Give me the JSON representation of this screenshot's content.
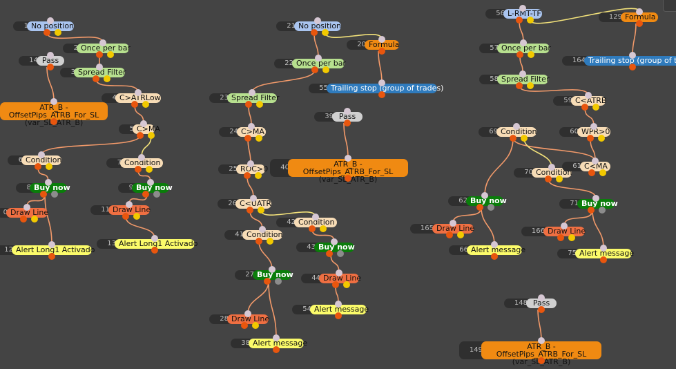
{
  "nodes": [
    {
      "id": "n1",
      "num": "1",
      "label": "No position",
      "type": "blue"
    },
    {
      "id": "n2",
      "num": "2",
      "label": "Once per bar",
      "type": "lgreen"
    },
    {
      "id": "n14",
      "num": "14",
      "label": "Pass",
      "type": "gray"
    },
    {
      "id": "n3",
      "num": "3",
      "label": "Spread Filter",
      "type": "lgreen"
    },
    {
      "id": "n4",
      "num": "4",
      "label": "C>ATRLow",
      "type": "peach"
    },
    {
      "id": "nL1",
      "num": "",
      "label": "ATR_B - OffsetPips_ATRB_For_SL\n(var_SL_ATR_B)",
      "type": "orange"
    },
    {
      "id": "n5",
      "num": "5",
      "label": "C>MA",
      "type": "peach"
    },
    {
      "id": "n6",
      "num": "6",
      "label": "Condition",
      "type": "peach"
    },
    {
      "id": "n7",
      "num": "7",
      "label": "Condition",
      "type": "peach"
    },
    {
      "id": "n8",
      "num": "8",
      "label": "Buy now",
      "type": "green"
    },
    {
      "id": "n9",
      "num": "9",
      "label": "Buy now",
      "type": "green"
    },
    {
      "id": "n10",
      "num": "0",
      "label": "Draw Line",
      "type": "red"
    },
    {
      "id": "n11",
      "num": "11",
      "label": "Draw Line",
      "type": "red"
    },
    {
      "id": "n12",
      "num": "12",
      "label": "Alert Long1 Activado",
      "type": "yellow"
    },
    {
      "id": "n13",
      "num": "13",
      "label": "Alert Long1 Activado",
      "type": "yellow"
    },
    {
      "id": "n21",
      "num": "21",
      "label": "No position",
      "type": "blue"
    },
    {
      "id": "n20",
      "num": "20",
      "label": "Formula",
      "type": "orange"
    },
    {
      "id": "n22",
      "num": "22",
      "label": "Once per bar",
      "type": "lgreen"
    },
    {
      "id": "n55",
      "num": "55",
      "label": "Trailing stop (group of trades)",
      "type": "steel"
    },
    {
      "id": "n23",
      "num": "23",
      "label": "Spread Filter",
      "type": "lgreen"
    },
    {
      "id": "n39",
      "num": "39",
      "label": "Pass",
      "type": "gray"
    },
    {
      "id": "n24",
      "num": "24",
      "label": "C>MA",
      "type": "peach"
    },
    {
      "id": "n40",
      "num": "40",
      "label": "ATR_B - OffsetPips_ATRB_For_SL\n(var_SL_ATR_B)",
      "type": "orange"
    },
    {
      "id": "n25",
      "num": "25",
      "label": "ROC>0",
      "type": "peach"
    },
    {
      "id": "n26",
      "num": "26",
      "label": "C<UATR",
      "type": "peach"
    },
    {
      "id": "n42",
      "num": "42",
      "label": "Condition",
      "type": "peach"
    },
    {
      "id": "n41",
      "num": "41",
      "label": "Condition",
      "type": "peach"
    },
    {
      "id": "n43",
      "num": "43",
      "label": "Buy now",
      "type": "green"
    },
    {
      "id": "n27",
      "num": "27",
      "label": "Buy now",
      "type": "green"
    },
    {
      "id": "n44",
      "num": "44",
      "label": "Draw Line",
      "type": "red"
    },
    {
      "id": "n54",
      "num": "54",
      "label": "Alert message",
      "type": "yellow"
    },
    {
      "id": "n28",
      "num": "28",
      "label": "Draw Line",
      "type": "red"
    },
    {
      "id": "n38",
      "num": "38",
      "label": "Alert message",
      "type": "yellow"
    },
    {
      "id": "n56",
      "num": "56",
      "label": "L-RMT-TF",
      "type": "blue"
    },
    {
      "id": "n129",
      "num": "129",
      "label": "Formula",
      "type": "orange"
    },
    {
      "id": "n57",
      "num": "57",
      "label": "Once per bar",
      "type": "lgreen"
    },
    {
      "id": "n164",
      "num": "164",
      "label": "Trailing stop (group of tra",
      "type": "steel"
    },
    {
      "id": "n58",
      "num": "58",
      "label": "Spread Filter",
      "type": "lgreen"
    },
    {
      "id": "n59",
      "num": "59",
      "label": "C<ATRB",
      "type": "peach"
    },
    {
      "id": "n69",
      "num": "69",
      "label": "Condition",
      "type": "peach"
    },
    {
      "id": "n60",
      "num": "60",
      "label": "WPR>0",
      "type": "peach"
    },
    {
      "id": "n70",
      "num": "70",
      "label": "Condition",
      "type": "peach"
    },
    {
      "id": "n61",
      "num": "61",
      "label": "C<MA",
      "type": "peach"
    },
    {
      "id": "n62",
      "num": "62",
      "label": "Buy now",
      "type": "green"
    },
    {
      "id": "n71",
      "num": "71",
      "label": "Buy now",
      "type": "green"
    },
    {
      "id": "n165",
      "num": "165",
      "label": "Draw Line",
      "type": "red"
    },
    {
      "id": "n166",
      "num": "166",
      "label": "Draw Line",
      "type": "red"
    },
    {
      "id": "n66",
      "num": "66",
      "label": "Alert message",
      "type": "yellow"
    },
    {
      "id": "n75",
      "num": "75",
      "label": "Alert message",
      "type": "yellow"
    },
    {
      "id": "n148",
      "num": "148",
      "label": "Pass",
      "type": "gray"
    },
    {
      "id": "n149",
      "num": "149",
      "label": "ATR_B - OffsetPips_ATRB_For_SL\n(var_SL_ATR_B)",
      "type": "orange"
    }
  ],
  "edges": [
    [
      "n1",
      "n2",
      "o"
    ],
    [
      "n2",
      "n3",
      "o"
    ],
    [
      "n3",
      "n4",
      "o"
    ],
    [
      "n4",
      "n5",
      "o"
    ],
    [
      "n5",
      "n6",
      "o"
    ],
    [
      "n5",
      "n7",
      "y"
    ],
    [
      "n6",
      "n8",
      "o"
    ],
    [
      "n7",
      "n9",
      "o"
    ],
    [
      "n8",
      "n10",
      "o"
    ],
    [
      "n8",
      "n12",
      "o"
    ],
    [
      "n9",
      "n11",
      "o"
    ],
    [
      "n11",
      "n13",
      "o"
    ],
    [
      "n14",
      "nL1",
      "o"
    ],
    [
      "n21",
      "n22",
      "o"
    ],
    [
      "n21",
      "n20",
      "y"
    ],
    [
      "n20",
      "n55",
      "o"
    ],
    [
      "n22",
      "n23",
      "o"
    ],
    [
      "n23",
      "n24",
      "o"
    ],
    [
      "n24",
      "n25",
      "o"
    ],
    [
      "n25",
      "n26",
      "o"
    ],
    [
      "n26",
      "n41",
      "o"
    ],
    [
      "n26",
      "n42",
      "y"
    ],
    [
      "n41",
      "n27",
      "o"
    ],
    [
      "n42",
      "n43",
      "o"
    ],
    [
      "n43",
      "n44",
      "o"
    ],
    [
      "n44",
      "n54",
      "o"
    ],
    [
      "n27",
      "n28",
      "o"
    ],
    [
      "n27",
      "n38",
      "o"
    ],
    [
      "n39",
      "n40",
      "o"
    ],
    [
      "n56",
      "n57",
      "o"
    ],
    [
      "n56",
      "n129",
      "y"
    ],
    [
      "n129",
      "n164",
      "o"
    ],
    [
      "n57",
      "n58",
      "o"
    ],
    [
      "n58",
      "n59",
      "o"
    ],
    [
      "n59",
      "n60",
      "o"
    ],
    [
      "n60",
      "n61",
      "o"
    ],
    [
      "n69",
      "n61",
      "o"
    ],
    [
      "n69",
      "n70",
      "y"
    ],
    [
      "n69",
      "n62",
      "o"
    ],
    [
      "n70",
      "n71",
      "o"
    ],
    [
      "n62",
      "n165",
      "o"
    ],
    [
      "n62",
      "n66",
      "o"
    ],
    [
      "n71",
      "n166",
      "o"
    ],
    [
      "n71",
      "n75",
      "o"
    ],
    [
      "n148",
      "n149",
      "o"
    ]
  ]
}
